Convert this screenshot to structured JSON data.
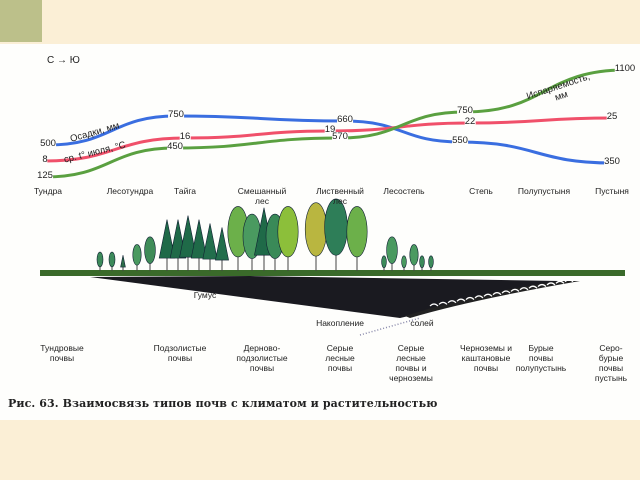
{
  "direction": "С → Ю",
  "zones": [
    "Тундра",
    "Лесотундра",
    "Тайга",
    "Смешанный\nлес",
    "Лиственный\nлес",
    "Лесостепь",
    "Степь",
    "Полупустыня",
    "Пустыня"
  ],
  "curves": {
    "precipitation": {
      "label": "Осадки, мм",
      "color": "#3a6ee0",
      "values": [
        "500",
        "750",
        "660",
        "550",
        "350"
      ]
    },
    "temperature": {
      "label": "ср. t° июля, °С",
      "color": "#f0506a",
      "values": [
        "8",
        "16",
        "19",
        "22",
        "25"
      ]
    },
    "evaporation": {
      "label": "Испаряемость, мм",
      "color": "#5aa040",
      "values": [
        "125",
        "450",
        "570",
        "750",
        "1100"
      ]
    }
  },
  "soil_labels": {
    "humus": "Гумус",
    "salts_1": "Накопление",
    "salts_2": "солей"
  },
  "soils": [
    "Тундровые\nпочвы",
    "Подзолистые\nпочвы",
    "Дерново-\nподзолистые\nпочвы",
    "Серые\nлесные\nпочвы",
    "Серые\nлесные\nпочвы и\nчерноземы",
    "Черноземы и\nкаштановые\nпочвы",
    "Бурые\nпочвы\nполупустынь",
    "Серо-\nбурые\nпочвы\nпустынь"
  ],
  "caption": "Рис. 63. Взаимосвязь типов почв с климатом и растительностью"
}
